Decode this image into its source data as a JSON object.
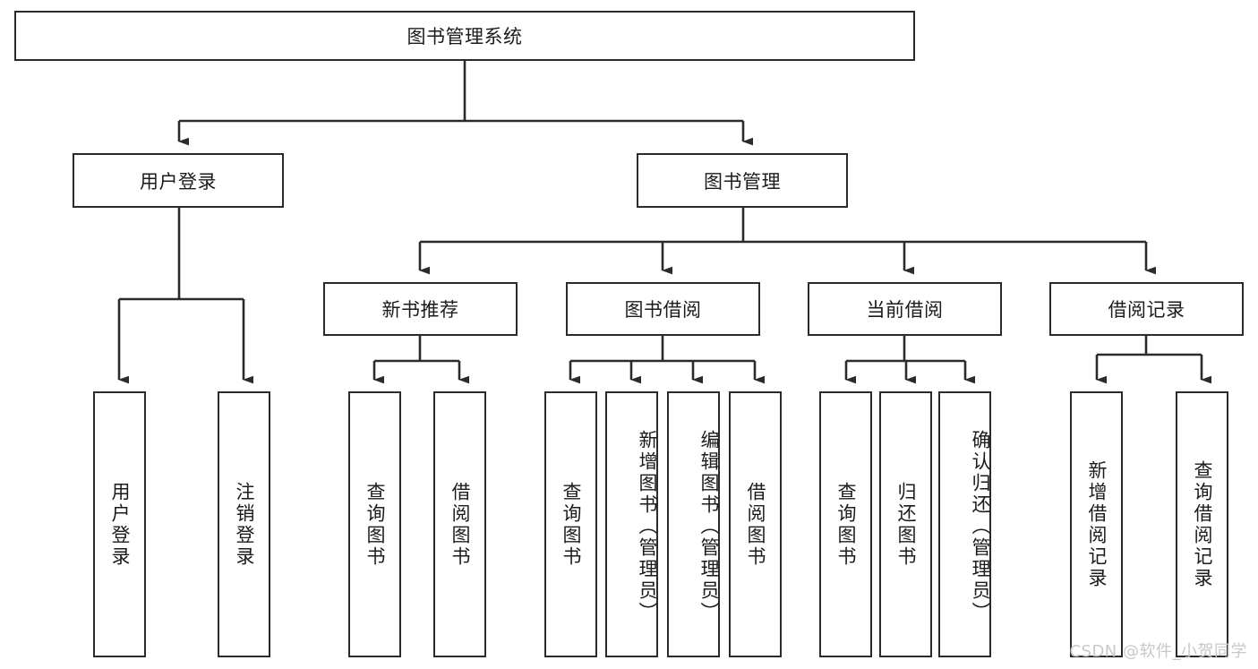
{
  "diagram": {
    "type": "hierarchy-tree",
    "title": "图书管理系统",
    "root": {
      "label": "图书管理系统"
    },
    "level2": [
      {
        "id": "user-login",
        "label": "用户登录"
      },
      {
        "id": "book-management",
        "label": "图书管理"
      }
    ],
    "level3": [
      {
        "id": "new-book-recommend",
        "label": "新书推荐",
        "parent": "book-management"
      },
      {
        "id": "book-borrow",
        "label": "图书借阅",
        "parent": "book-management"
      },
      {
        "id": "current-borrow",
        "label": "当前借阅",
        "parent": "book-management"
      },
      {
        "id": "borrow-record",
        "label": "借阅记录",
        "parent": "book-management"
      }
    ],
    "leaves": [
      {
        "id": "leaf-user-login",
        "label": "用户登录",
        "parent": "user-login"
      },
      {
        "id": "leaf-logout-login",
        "label": "注销登录",
        "parent": "user-login"
      },
      {
        "id": "leaf-query-book-1",
        "label": "查询图书",
        "parent": "new-book-recommend"
      },
      {
        "id": "leaf-borrow-book-1",
        "label": "借阅图书",
        "parent": "new-book-recommend"
      },
      {
        "id": "leaf-query-book-2",
        "label": "查询图书",
        "parent": "book-borrow"
      },
      {
        "id": "leaf-add-book",
        "label": "新增图书（管理员）",
        "parent": "book-borrow"
      },
      {
        "id": "leaf-edit-book",
        "label": "编辑图书（管理员）",
        "parent": "book-borrow"
      },
      {
        "id": "leaf-borrow-book-2",
        "label": "借阅图书",
        "parent": "book-borrow"
      },
      {
        "id": "leaf-query-book-3",
        "label": "查询图书",
        "parent": "current-borrow"
      },
      {
        "id": "leaf-return-book",
        "label": "归还图书",
        "parent": "current-borrow"
      },
      {
        "id": "leaf-confirm-return",
        "label": "确认归还（管理员）",
        "parent": "current-borrow"
      },
      {
        "id": "leaf-add-record",
        "label": "新增借阅记录",
        "parent": "borrow-record"
      },
      {
        "id": "leaf-query-record",
        "label": "查询借阅记录",
        "parent": "borrow-record"
      }
    ],
    "colors": {
      "stroke": "#2b2b2b",
      "background": "#ffffff",
      "text": "#1b1b1b",
      "watermark": "#c8c8c8"
    }
  },
  "watermark": {
    "text": "CSDN @软件_小贺同学"
  }
}
